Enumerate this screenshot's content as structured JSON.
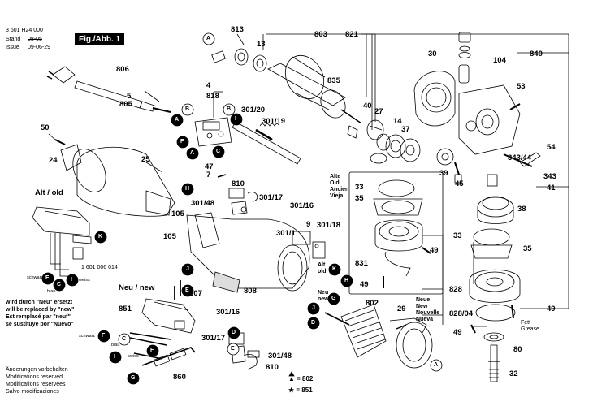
{
  "header": {
    "part_number": "3 601 H24 000",
    "stand_label": "Stand",
    "stand_strike": "08-05",
    "issue_label": "Issue",
    "issue_date": "09-06-29",
    "fig_label": "Fig./Abb. 1"
  },
  "notes": {
    "alt_old": "Alt / old",
    "neu_new": "Neu / new",
    "replaced_de": "wird durch \"Neu\" ersetzt",
    "replaced_en": "will be replaced by \"new\"",
    "replaced_fr": "Est remplacé par \"neuf\"",
    "replaced_es": "se sustituye por \"Nuevo\"",
    "changes_de": "Änderungen vorbehalten",
    "changes_en": "Modifications reserved",
    "changes_fr": "Modifications reservées",
    "changes_es": "Salvo modificaciones",
    "old_block": [
      "Alte",
      "Old",
      "Ancien",
      "Vieja"
    ],
    "new_block": [
      "Neue",
      "New",
      "Nouvelle",
      "Nueva"
    ],
    "alt_small": [
      "Alt",
      "old"
    ],
    "neu_small": [
      "Neu",
      "new"
    ],
    "fett_grease": [
      "Fett",
      "Grease"
    ],
    "legend_triangle": "▲ = 802",
    "legend_star": "★ = 851",
    "part_1601": "1 601 006 014",
    "wire_colors": {
      "schwarz": "schwarz",
      "blau": "blau",
      "weiss": "weiss"
    }
  },
  "labels": {
    "n813": "813",
    "n803": "803",
    "n821": "821",
    "n840": "840",
    "n104": "104",
    "n30": "30",
    "n835": "835",
    "n806": "806",
    "n5": "5",
    "n805": "805",
    "n4": "4",
    "n818": "818",
    "n301_20": "301/20",
    "n301_19": "301/19",
    "n53": "53",
    "n50": "50",
    "n24": "24",
    "n25": "25",
    "n40": "40",
    "n27": "27",
    "n14": "14",
    "n37": "37",
    "n47": "47",
    "n7": "7",
    "n810a": "810",
    "n301_17": "301/17",
    "n301_16": "301/16",
    "n301_48": "301/48",
    "n105a": "105",
    "n105b": "105",
    "n9": "9",
    "n301_1": "301/1",
    "n301_18": "301/18",
    "n808": "808",
    "n33a": "33",
    "n35a": "35",
    "n831": "831",
    "n49a": "49",
    "n49b": "49",
    "n802": "802",
    "n29": "29",
    "n54": "54",
    "n343_44": "343/44",
    "n343": "343",
    "n41": "41",
    "n39": "39",
    "n45": "45",
    "n38": "38",
    "n33b": "33",
    "n35b": "35",
    "n828": "828",
    "n828_04": "828/04",
    "n49c": "49",
    "n49d": "49",
    "n80": "80",
    "n32": "32",
    "n851": "851",
    "n107": "107",
    "n860": "860",
    "n301_16b": "301/16",
    "n301_17b": "301/17",
    "n301_48b": "301/48",
    "n810b": "810",
    "n13": "13"
  },
  "connectors": {
    "A": "A",
    "B": "B",
    "C": "C",
    "D": "D",
    "E": "E",
    "F": "F",
    "G": "G",
    "H": "H",
    "I": "I",
    "J": "J",
    "K": "K"
  }
}
